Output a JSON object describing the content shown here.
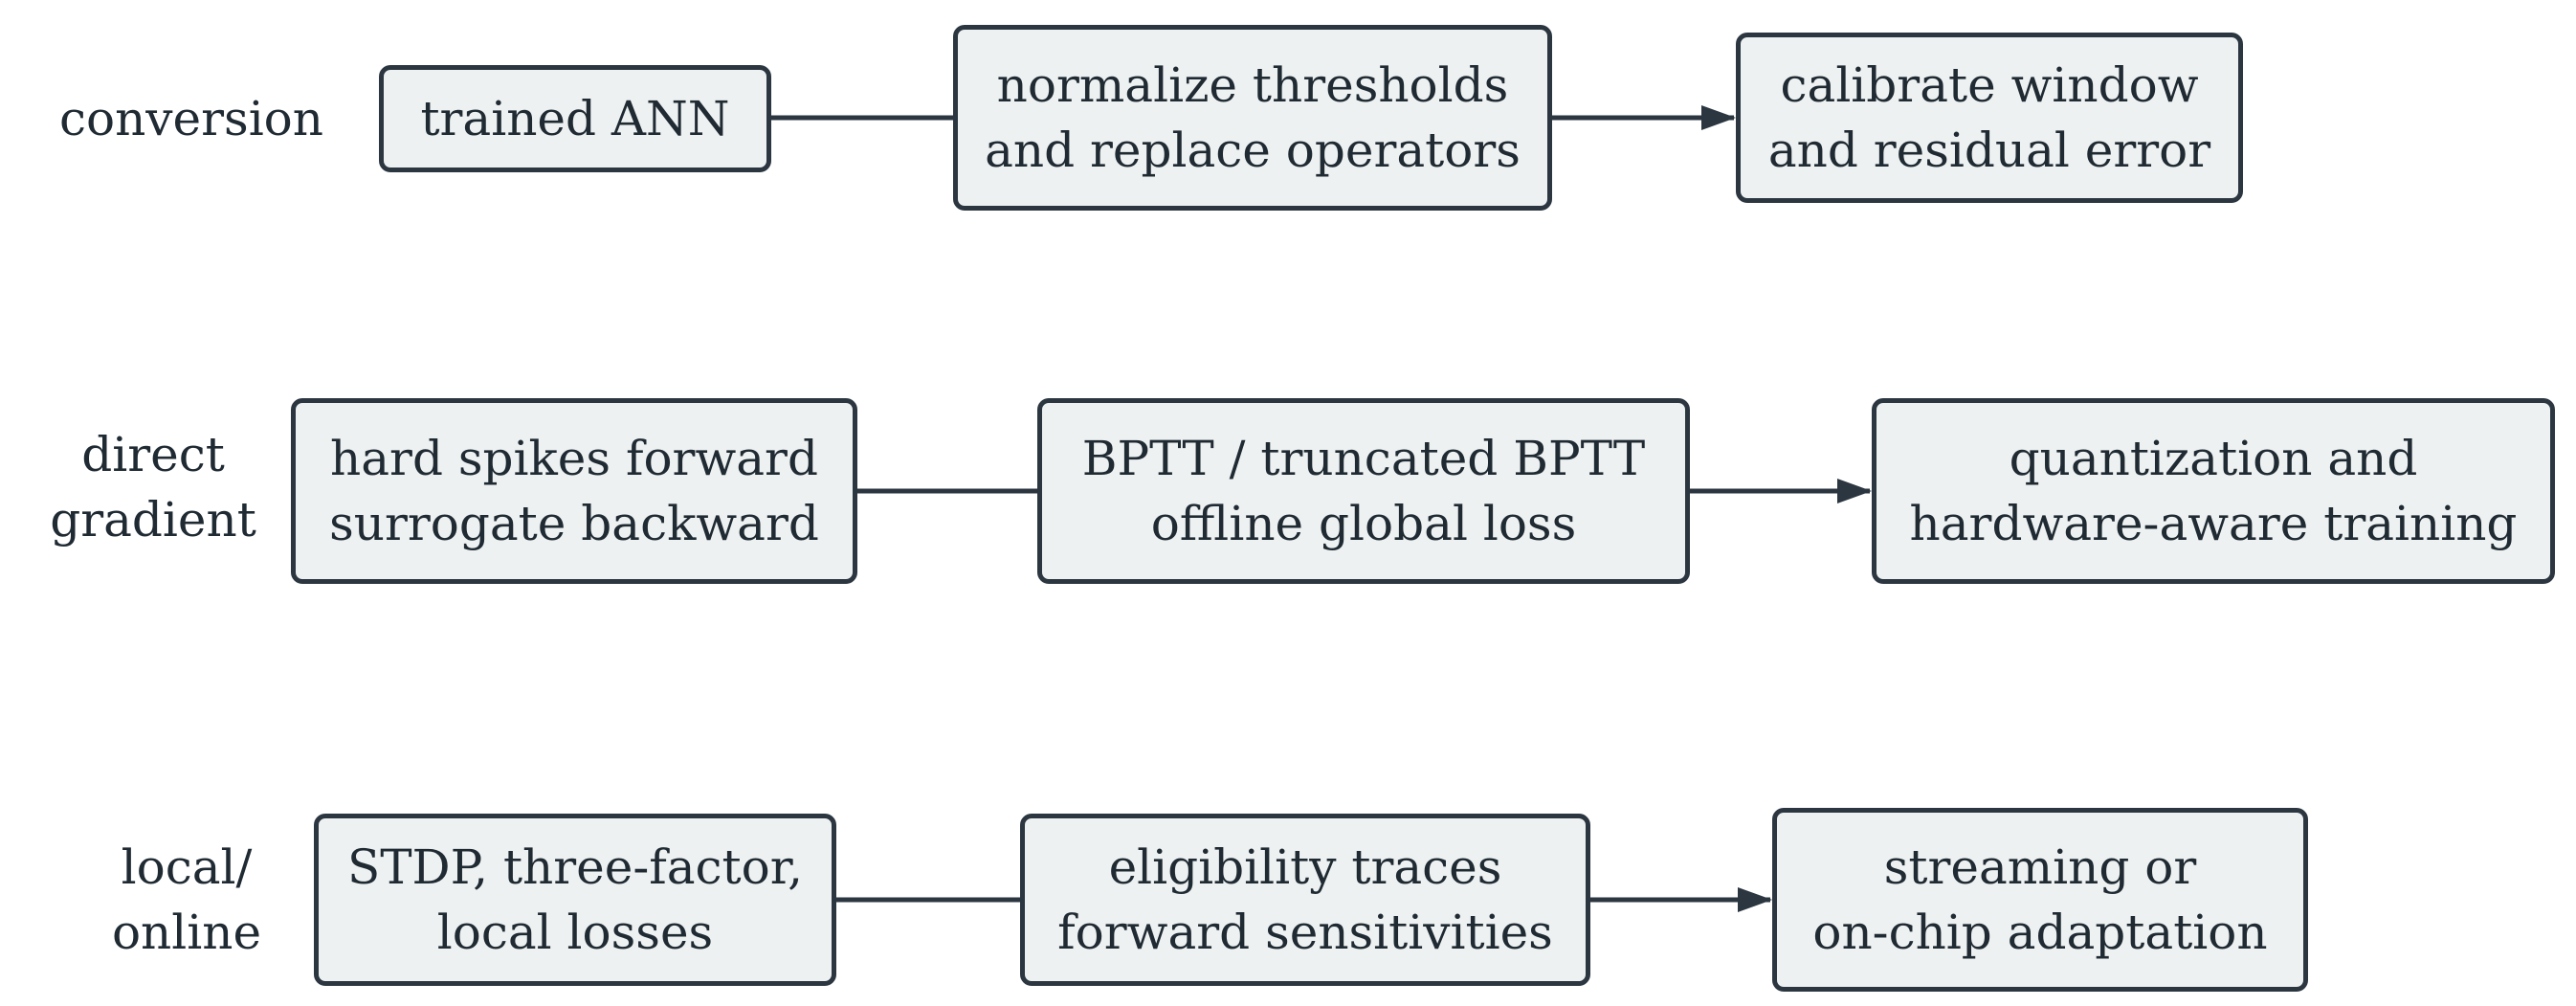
{
  "rows": [
    {
      "label": [
        "conversion"
      ],
      "nodes": [
        [
          "trained ANN"
        ],
        [
          "normalize thresholds",
          "and replace operators"
        ],
        [
          "calibrate window",
          "and residual error"
        ]
      ]
    },
    {
      "label": [
        "direct",
        "gradient"
      ],
      "nodes": [
        [
          "hard spikes forward",
          "surrogate backward"
        ],
        [
          "BPTT / truncated BPTT",
          "offline global loss"
        ],
        [
          "quantization and",
          "hardware-aware training"
        ]
      ]
    },
    {
      "label": [
        "local/",
        "online"
      ],
      "nodes": [
        [
          "STDP, three-factor,",
          "local losses"
        ],
        [
          "eligibility traces",
          "forward sensitivities"
        ],
        [
          "streaming or",
          "on-chip adaptation"
        ]
      ]
    }
  ],
  "colors": {
    "node_fill": "#eef1f1",
    "node_border": "#2b3640",
    "edge": "#2b3640",
    "text": "#1f2a33"
  }
}
